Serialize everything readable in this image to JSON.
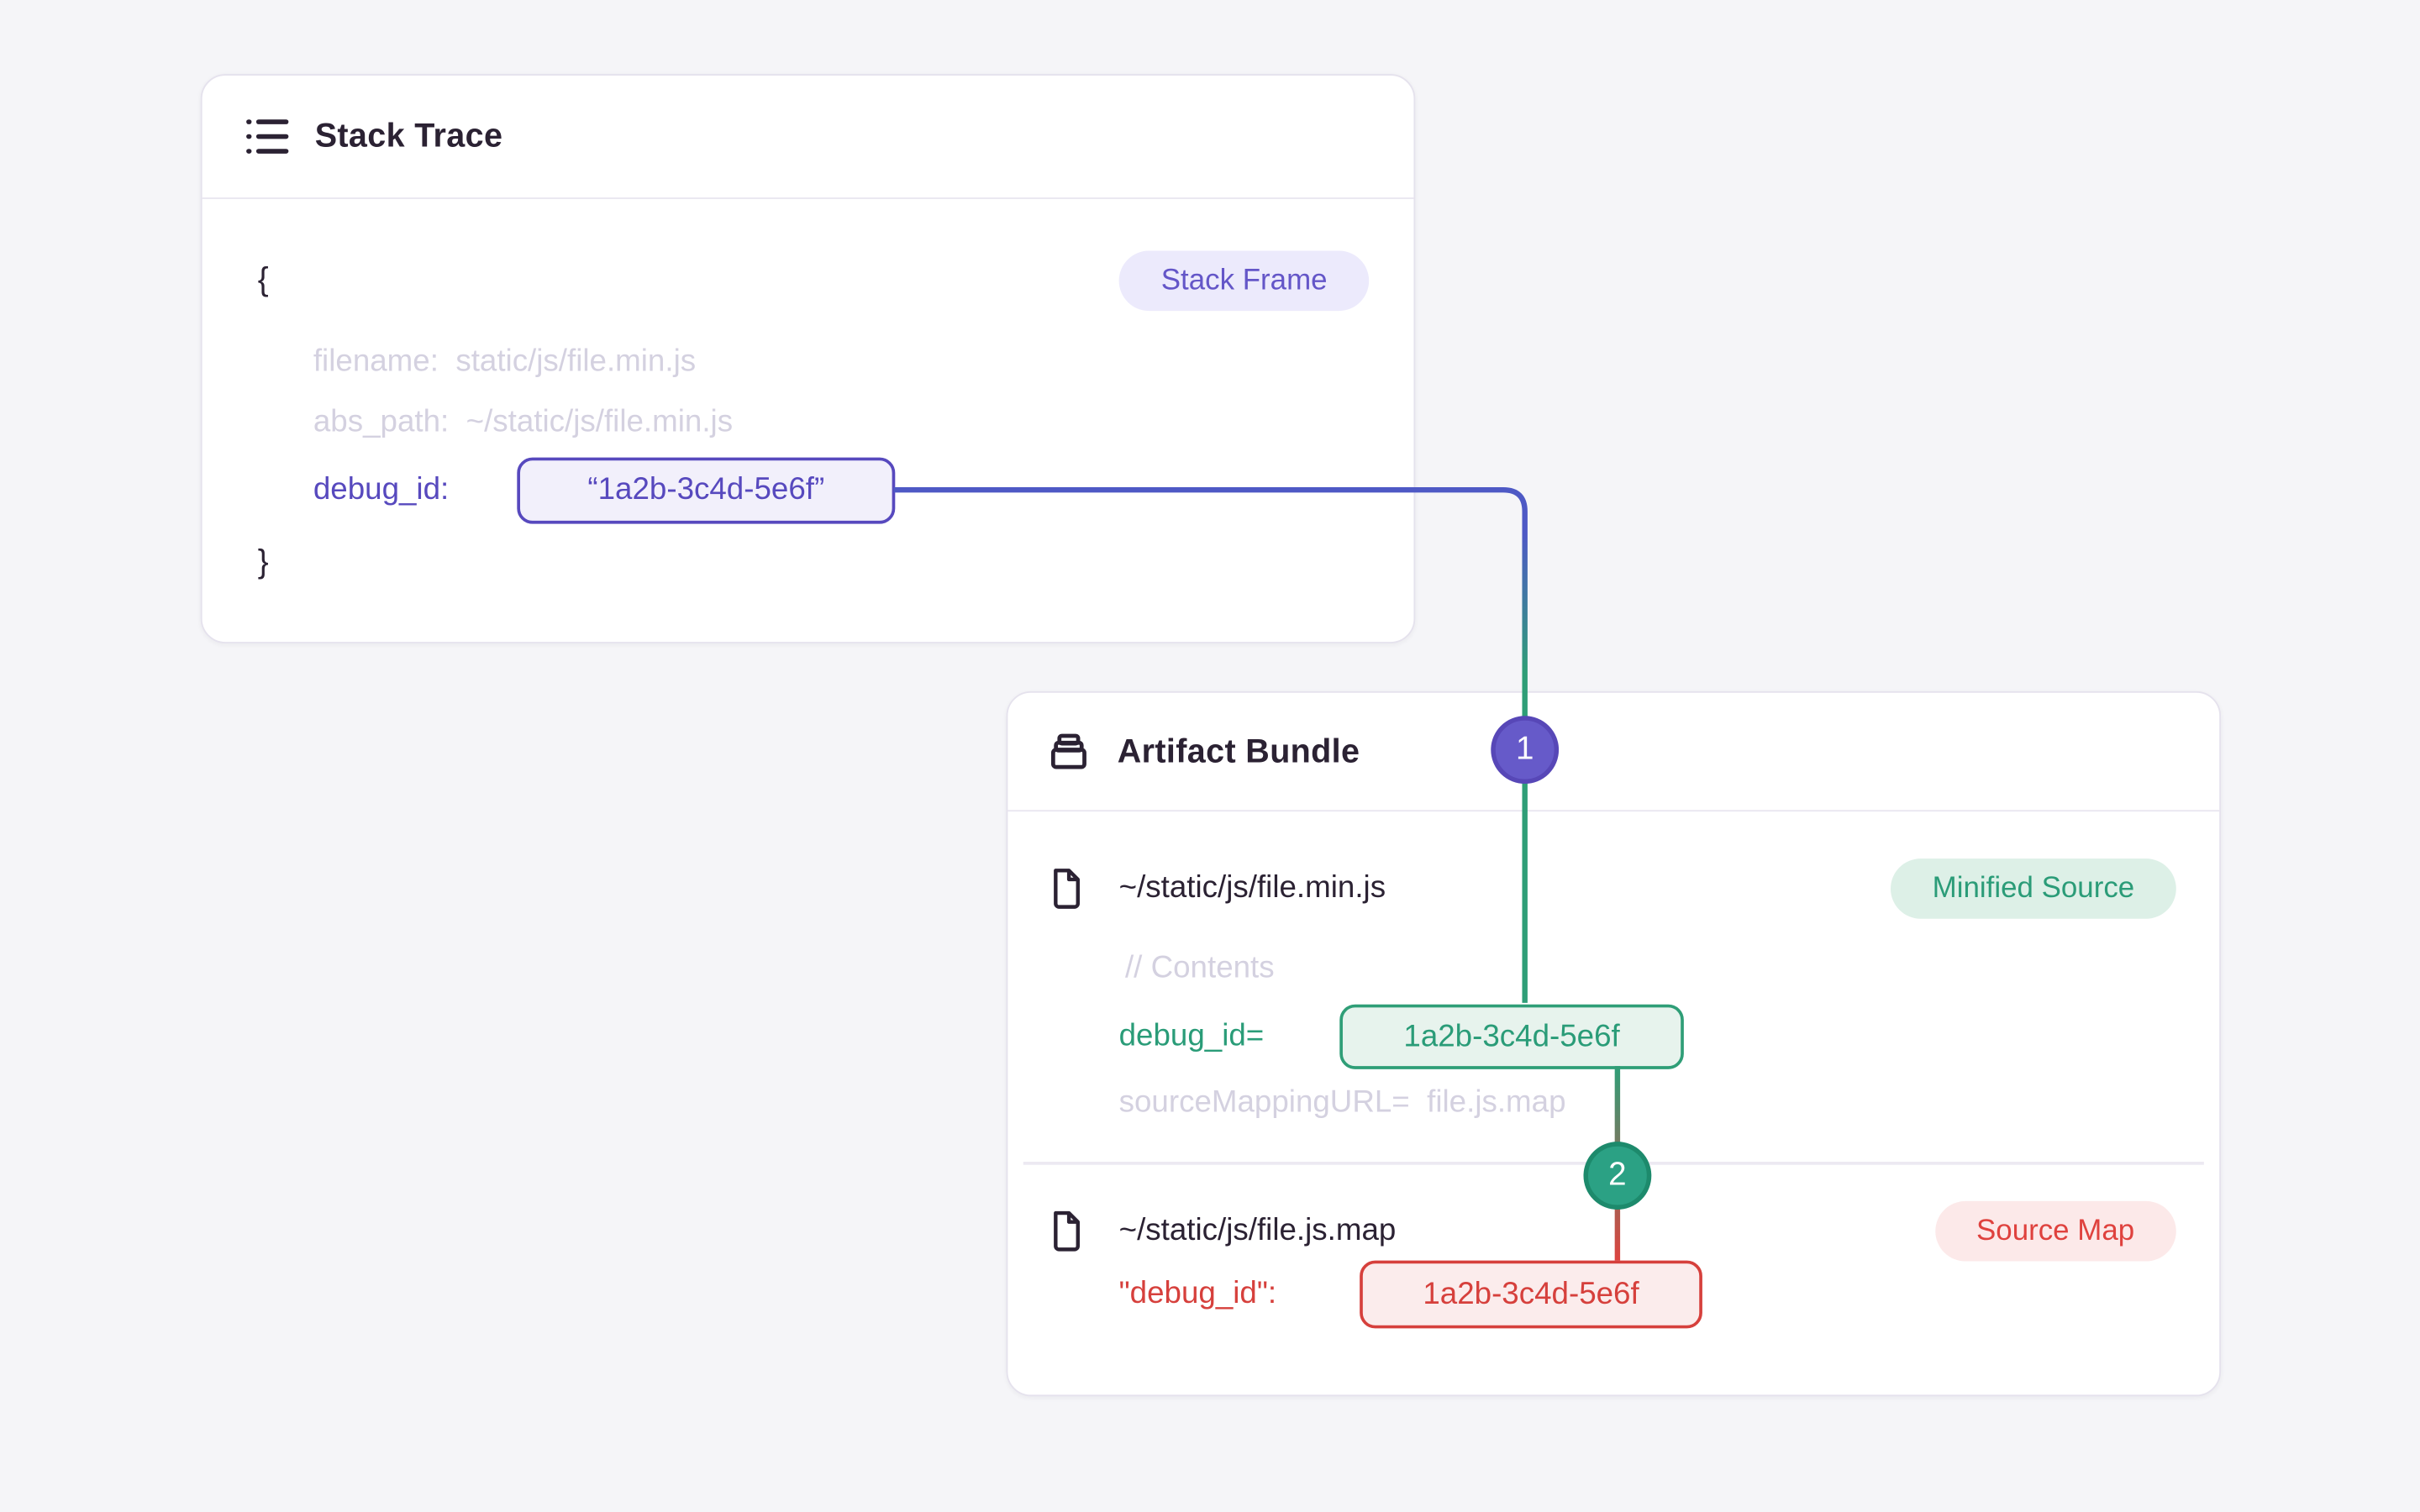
{
  "stack_trace": {
    "title": "Stack Trace",
    "frame_badge": "Stack Frame",
    "brace_open": "{",
    "brace_close": "}",
    "filename_line": "filename:  static/js/file.min.js",
    "abs_path_line": "abs_path:  ~/static/js/file.min.js",
    "debug_id_label": "debug_id:",
    "debug_id_value": "“1a2b-3c4d-5e6f”"
  },
  "artifact_bundle": {
    "title": "Artifact Bundle",
    "minified": {
      "path": "~/static/js/file.min.js",
      "badge": "Minified Source",
      "comment": "// Contents",
      "debug_label": "debug_id=",
      "debug_value": "1a2b-3c4d-5e6f",
      "source_mapping_line": "sourceMappingURL=  file.js.map"
    },
    "source_map": {
      "path": "~/static/js/file.js.map",
      "badge": "Source Map",
      "debug_label": "\"debug_id\":",
      "debug_value": "1a2b-3c4d-5e6f"
    }
  },
  "steps": {
    "one": "1",
    "two": "2"
  },
  "icons": [
    "list-icon",
    "archive-box-icon",
    "file-icon"
  ],
  "colors": {
    "background": "#f5f5f8",
    "dark_text": "#2b2233",
    "muted_code": "#d4d1e0",
    "purple": "#5749be",
    "indigo_line": "#4e59c5",
    "green": "#2f9e77",
    "red": "#d6403c"
  }
}
